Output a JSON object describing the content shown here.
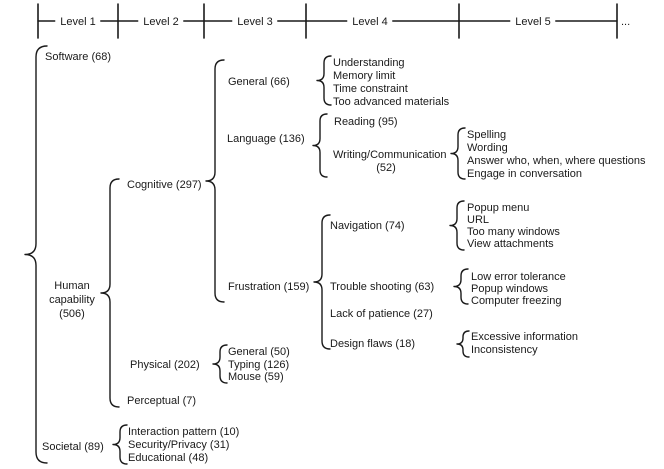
{
  "ruler": {
    "levels": [
      {
        "label": "Level 1"
      },
      {
        "label": "Level 2"
      },
      {
        "label": "Level 3"
      },
      {
        "label": "Level 4"
      },
      {
        "label": "Level 5"
      }
    ],
    "more": "..."
  },
  "tree": [
    {
      "label": "Software (68)"
    },
    {
      "label": "Human capability (506)",
      "lines": [
        "Human",
        "capability",
        "(506)"
      ],
      "children": [
        {
          "label": "Cognitive (297)",
          "children": [
            {
              "label": "General (66)",
              "children": [
                {
                  "label": "Understanding"
                },
                {
                  "label": "Memory limit"
                },
                {
                  "label": "Time constraint"
                },
                {
                  "label": "Too advanced materials"
                }
              ]
            },
            {
              "label": "Language (136)",
              "children": [
                {
                  "label": "Reading (95)"
                },
                {
                  "label": "Writing/Communication (52)",
                  "lines": [
                    "Writing/Communication",
                    "(52)"
                  ],
                  "children": [
                    {
                      "label": "Spelling"
                    },
                    {
                      "label": "Wording"
                    },
                    {
                      "label": "Answer who, when, where questions"
                    },
                    {
                      "label": "Engage in conversation"
                    }
                  ]
                }
              ]
            },
            {
              "label": "Frustration (159)",
              "children": [
                {
                  "label": "Navigation (74)",
                  "children": [
                    {
                      "label": "Popup menu"
                    },
                    {
                      "label": "URL"
                    },
                    {
                      "label": "Too many windows"
                    },
                    {
                      "label": "View attachments"
                    }
                  ]
                },
                {
                  "label": "Trouble shooting (63)",
                  "children": [
                    {
                      "label": "Low error tolerance"
                    },
                    {
                      "label": "Popup windows"
                    },
                    {
                      "label": "Computer freezing"
                    }
                  ]
                },
                {
                  "label": "Lack of patience (27)"
                },
                {
                  "label": "Design flaws (18)",
                  "children": [
                    {
                      "label": "Excessive information"
                    },
                    {
                      "label": "Inconsistency"
                    }
                  ]
                }
              ]
            }
          ]
        },
        {
          "label": "Physical (202)",
          "children": [
            {
              "label": "General (50)"
            },
            {
              "label": "Typing (126)"
            },
            {
              "label": "Mouse (59)"
            }
          ]
        },
        {
          "label": "Perceptual (7)"
        }
      ]
    },
    {
      "label": "Societal (89)",
      "children": [
        {
          "label": "Interaction pattern (10)"
        },
        {
          "label": "Security/Privacy (31)"
        },
        {
          "label": "Educational (48)"
        }
      ]
    }
  ],
  "colors": {
    "ink": "#1a1a1a",
    "background": "#ffffff"
  }
}
